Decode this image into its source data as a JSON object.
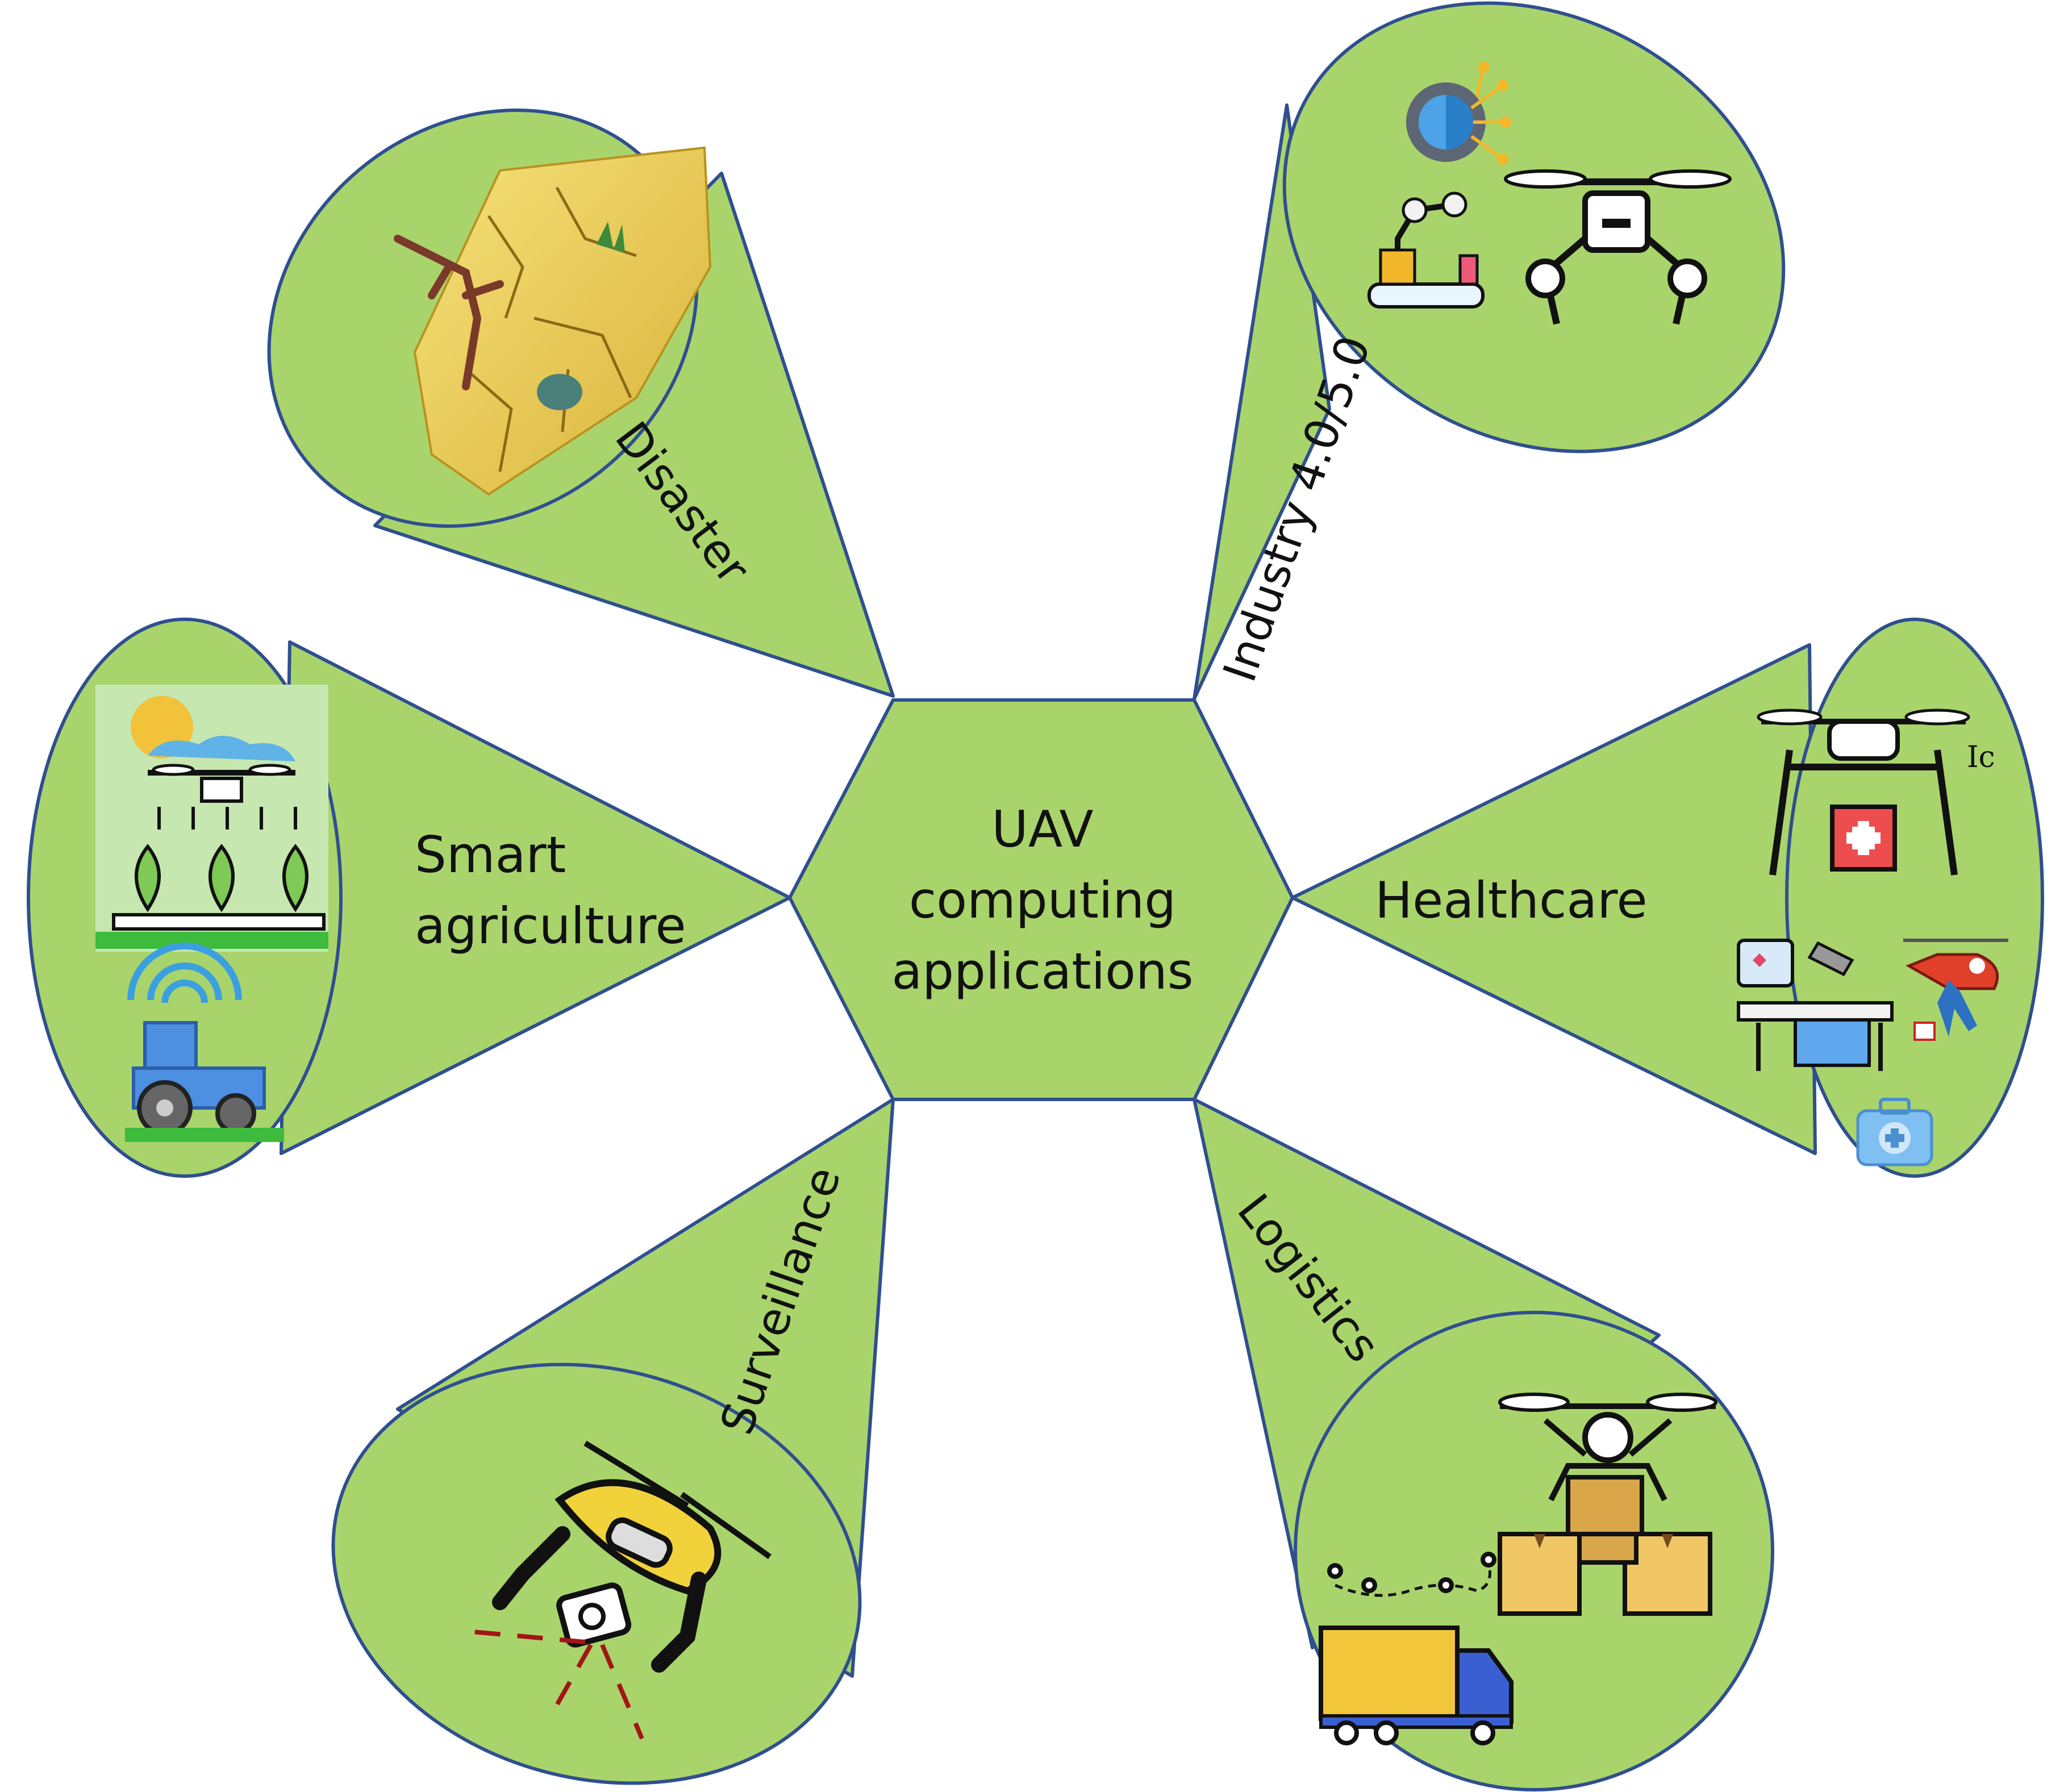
{
  "center": {
    "lines": [
      "UAV",
      "computing",
      "applications"
    ]
  },
  "applications": {
    "disaster": "Disaster",
    "industry": "Industry 4.0/5.0",
    "agriculture_line1": "Smart",
    "agriculture_line2": "agriculture",
    "healthcare": "Healthcare",
    "surveillance": "Surveillance",
    "logistics": "Logistics"
  },
  "fragments": {
    "healthcare_cropped_text": "Ic"
  },
  "colors": {
    "fill": "#a9d46b",
    "stroke": "#2f4f8f",
    "text": "#111111"
  }
}
